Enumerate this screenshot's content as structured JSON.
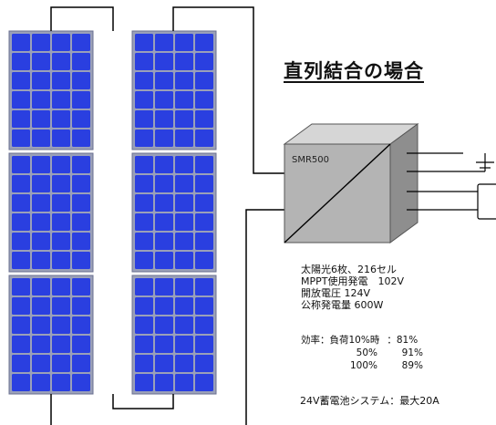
{
  "title": "直列結合の場合",
  "controller": {
    "label": "SMR500"
  },
  "specs": [
    "太陽光6枚、216セル",
    "MPPT使用発電　102V",
    "開放電圧 124V",
    "公称発電量 600W"
  ],
  "efficiency": {
    "rows": [
      {
        "label": "効率：負荷10%時",
        "value": "：81%"
      },
      {
        "label": "50%",
        "value": "91%"
      },
      {
        "label": "100%",
        "value": "89%"
      }
    ]
  },
  "battery_system": "24V蓄電池システム：最大20A",
  "colors": {
    "cell": "#2a3fe0",
    "panel_frame": "#9aa0b8",
    "box_front": "#b4b4b4",
    "box_top": "#d6d6d6",
    "box_side": "#8e8e8e"
  },
  "panels": [
    {
      "column": 1,
      "row": 1
    },
    {
      "column": 1,
      "row": 2
    },
    {
      "column": 1,
      "row": 3
    },
    {
      "column": 2,
      "row": 1
    },
    {
      "column": 2,
      "row": 2
    },
    {
      "column": 2,
      "row": 3
    }
  ]
}
